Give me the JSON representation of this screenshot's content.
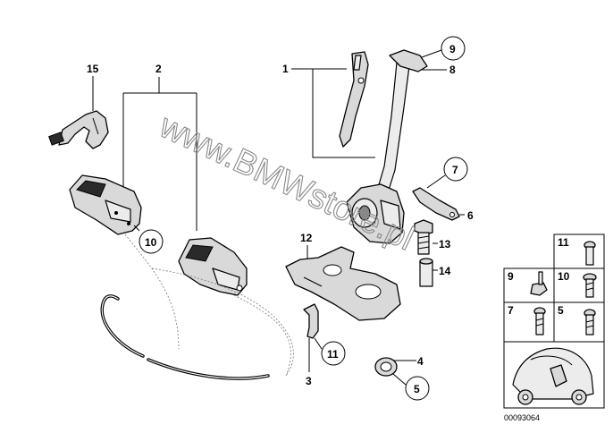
{
  "diagram": {
    "callouts": {
      "c1": "1",
      "c2": "2",
      "c3": "3",
      "c4": "4",
      "c5": "5",
      "c6": "6",
      "c7": "7",
      "c8": "8",
      "c9": "9",
      "c10": "10",
      "c11": "11",
      "c12": "12",
      "c13": "13",
      "c14": "14",
      "c15": "15"
    },
    "legend": {
      "r1": "11",
      "r2a": "9",
      "r2b": "10",
      "r3a": "7",
      "r3b": "5"
    },
    "watermark": "www.BMWstore.pl",
    "code": "00093064"
  }
}
